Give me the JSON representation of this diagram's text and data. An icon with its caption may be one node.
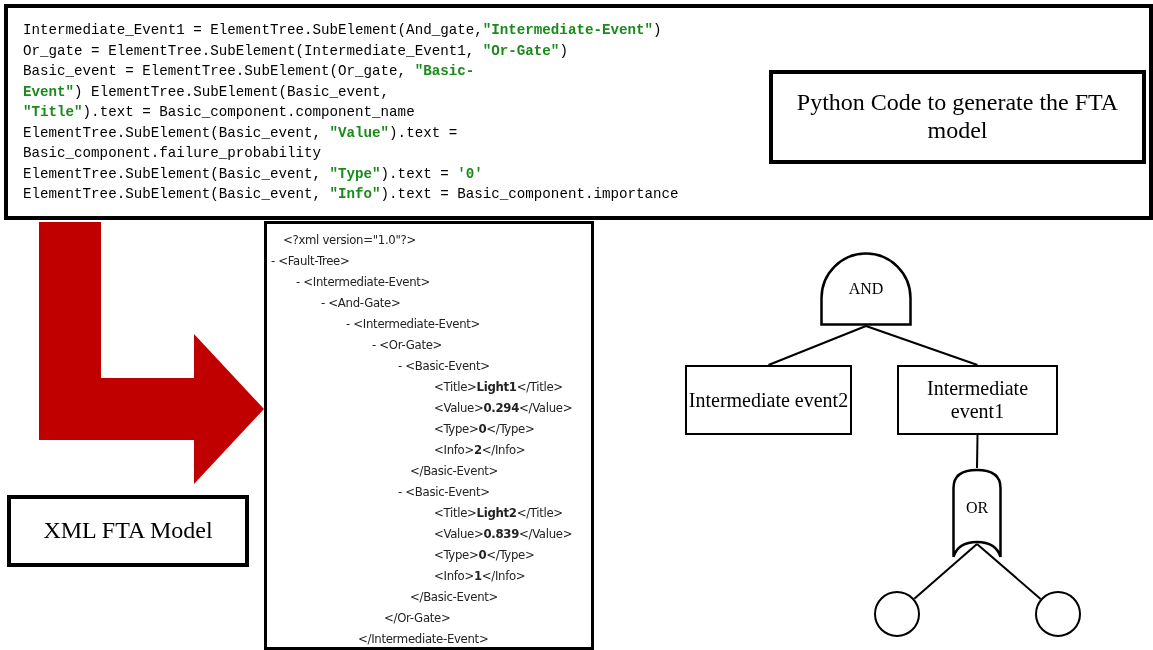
{
  "diagram": {
    "nodes": [
      {
        "text": [
          "Intermediate_Event1 = ElementTree.SubElement(And_gate,**\"Intermediate-Event\"**)",
          "Or_gate = ElementTree.SubElement(Intermediate_Event1, **\"Or-Gate\"**)",
          "Basic_event = ElementTree.SubElement(Or_gate, **\"Basic-**",
          "**Event\"**) ElementTree.SubElement(Basic_event,",
          "**\"Title\"**).text = Basic_component.component_name",
          "ElementTree.SubElement(Basic_event, **\"Value\"**).text =",
          "Basic_component.failure_probability",
          "ElementTree.SubElement(Basic_event, **\"Type\"**).text = **'0'**",
          "ElementTree.SubElement(Basic_event, **\"Info\"**).text = Basic_component.importance"
        ]
      },
      {
        "text": [
          "Python Code to generate the FTA model"
        ],
        "in": 0
      },
      {
        "text": [
          "XML FTA Model"
        ]
      },
      {
        "text": [
          "<?xml version=\"1.0\"?>",
          "- <Fault-Tree>",
          "- <Intermediate-Event>",
          "- <And-Gate>",
          "- <Intermediate-Event>",
          "- <Or-Gate>",
          "- <Basic-Event>",
          "<Title>**Light1**</Title>",
          "<Value>**0.294**</Value>",
          "<Type>**0**</Type>",
          "<Info>**2**</Info>",
          "</Basic-Event>",
          "- <Basic-Event>",
          "<Title>**Light2**</Title>",
          "<Value>**0.839**</Value>",
          "<Type>**0**</Type>",
          "<Info>**1**</Info>",
          "</Basic-Event>",
          "</Or-Gate>",
          "</Intermediate-Event>"
        ]
      },
      {
        "text": [
          "AND"
        ]
      },
      {
        "text": [
          "Intermediate event2"
        ]
      },
      {
        "text": [
          "Intermediate event1"
        ]
      },
      {
        "text": [
          "OR"
        ]
      },
      {
        "text": [],
        "shape": "circle"
      },
      {
        "text": [],
        "shape": "circle"
      }
    ],
    "edges": [
      {
        "from": 0,
        "to": 3,
        "arrow": "to",
        "style": "thick",
        "color": "#c00000"
      },
      {
        "from": 4,
        "to": 5,
        "arrow": "none"
      },
      {
        "from": 4,
        "to": 6,
        "arrow": "none"
      },
      {
        "from": 6,
        "to": 7,
        "arrow": "none"
      },
      {
        "from": 7,
        "to": 8,
        "arrow": "none"
      },
      {
        "from": 7,
        "to": 9,
        "arrow": "none"
      }
    ]
  }
}
